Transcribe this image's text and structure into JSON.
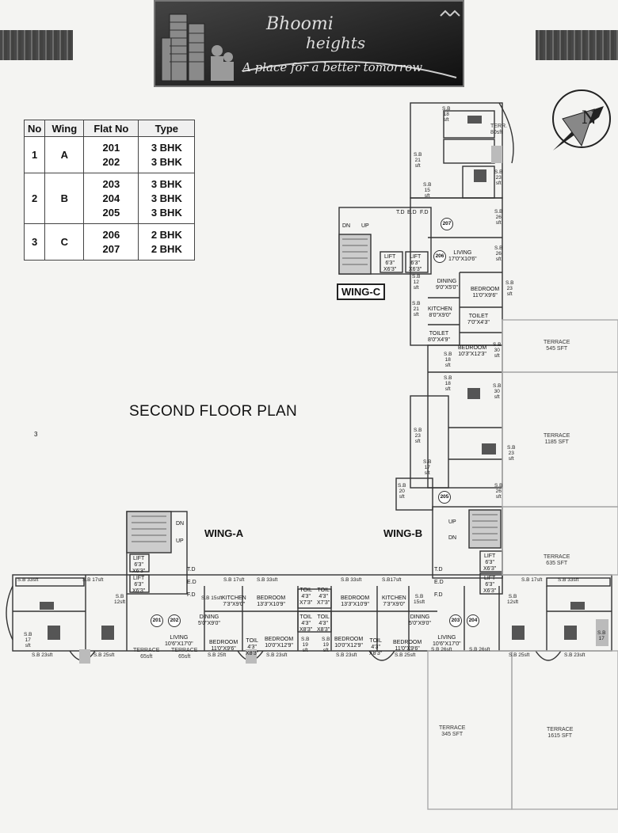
{
  "banner": {
    "title": "Bhoomi",
    "subtitle": "heights",
    "tagline": "A place for a better tomorrow"
  },
  "table": {
    "headers": [
      "No",
      "Wing",
      "Flat No",
      "Type"
    ],
    "rows": [
      {
        "no": "1",
        "wing": "A",
        "flats": "201\n202",
        "types": "3 BHK\n3 BHK"
      },
      {
        "no": "2",
        "wing": "B",
        "flats": "203\n204\n205",
        "types": "3 BHK\n3 BHK\n3 BHK"
      },
      {
        "no": "3",
        "wing": "C",
        "flats": "206\n207",
        "types": "2 BHK\n2 BHK"
      }
    ]
  },
  "plan_title": "SECOND FLOOR PLAN",
  "wings": {
    "a": "WING-A",
    "b": "WING-B",
    "c": "WING-C"
  },
  "stray_mark": "3",
  "flat_numbers": {
    "f201": "201",
    "f202": "202",
    "f203": "203",
    "f204": "204",
    "f205": "205",
    "f206": "206",
    "f207": "207"
  },
  "rooms": {
    "living_a": "LIVING\n10'6\"X17'0\"",
    "bedroom_a1": "BEDROOM\n11'0\"X9'6\"",
    "bedroom_a2": "BEDROOM\n10'0\"X12'9\"",
    "bedroom_a3": "BEDROOM\n13'3\"X10'9\"",
    "kitchen_a": "KITCHEN\n7'3\"X9'0\"",
    "dining_a": "DINING\n5'0\"X9'0\"",
    "toil_a1": "TOIL\n4'3\"\nX7'3\"",
    "toil_a2": "TOIL\n4'3\"\nX8'3\"",
    "toil_a3": "TOIL\n4'3\"\nX8'3\"",
    "living_b": "LIVING\n10'6\"X17'0\"",
    "bedroom_b1": "BEDROOM\n11'0\"X9'6\"",
    "bedroom_b2": "BEDROOM\n10'0\"X12'9\"",
    "bedroom_b3": "BEDROOM\n13'3\"X10'9\"",
    "kitchen_b": "KITCHEN\n7'3\"X9'0\"",
    "dining_b": "DINING\n5'0\"X9'0\"",
    "toil_b1": "TOIL\n4'3\"\nX7'3\"",
    "toil_b2": "TOIL\n4'3\"\nX8'3\"",
    "toil_b3": "TOIL\n4'3\"\nX8'3\"",
    "living_c": "LIVING\n17'0\"X10'6\"",
    "dining_c": "DINING\n9'0\"X5'0\"",
    "kitchen_c": "KITCHEN\n8'0\"X9'0\"",
    "toilet_c1": "TOILET\n8'0\"X4'9\"",
    "bedroom_c1": "BEDROOM\n11'0\"X9'6\"",
    "toilet_c2": "TOILET\n7'0\"X4'3\"",
    "bedroom_c2": "BEDROOM\n10'3\"X12'3\""
  },
  "lifts": {
    "c1": "LIFT\n6'3\"\nX6'3\"",
    "c2": "LIFT\n6'3\"\nX6'3\"",
    "a1": "LIFT\n6'3\"\nX6'3\"",
    "a2": "LIFT\n6'3\"\nX6'3\"",
    "b1": "LIFT\n6'3\"\nX6'3\"",
    "b2": "LIFT\n6'3\"\nX6'3\""
  },
  "stairs": {
    "dn": "DN",
    "up": "UP"
  },
  "ducts": {
    "td": "T.D",
    "ed": "E.D",
    "fd": "F.D"
  },
  "sb": {
    "a_33": "S.B 33sft",
    "a_17t": "S.B 17sft",
    "a_12": "S.B\n12sft",
    "a_17l": "S.B\n17\nsft",
    "a_23": "S.B 23sft",
    "a_25": "S.B 25sft",
    "a_15": "S.B 15sft",
    "a_17k": "S.B 17sft",
    "a_33b": "S.B 33sft",
    "a_25b": "S.B 25ft",
    "a_23b": "S.B 23sft",
    "a_19": "S.B\n19\nsft",
    "b_33": "S.B 33sft",
    "b_17": "S.B17sft",
    "b_15": "S.B\n15sft",
    "b_23": "S.B 23sft",
    "b_25": "S.B 25sft",
    "b_19": "S.B\n19\nsft",
    "b_26": "S.B 26sft",
    "b_26b": "S.B 26sft",
    "b_25b": "S.B 25sft",
    "b_23b": "S.B 23sft",
    "b_12": "S.B\n12sft",
    "b_17r": "S.B 17sft",
    "b_33r": "S.B 33sft",
    "b_17v": "S.B\n17",
    "c_18": "S.B\n18\nsft",
    "c_21": "S.B\n21\nsft",
    "c_15": "S.B\n15\nsft",
    "c_23": "S.B\n23\nsft",
    "c_26": "S.B\n26\nsft",
    "c_26b": "S.B\n26\nsft",
    "c_12": "S.B\n12\nsft",
    "c_23b": "S.B\n23\nsft",
    "c_21b": "S.B\n21\nsft",
    "c_30": "S.B\n30\nsft",
    "c_18b": "S.B\n18\nsft",
    "c_18c": "S.B\n18\nsft",
    "c_30b": "S.B\n30\nsft",
    "c_23c": "S.B\n23\nsft",
    "c_17": "S.B\n17\nsft",
    "c_23d": "S.B\n23\nsft",
    "c_20": "S.B\n20\nsft",
    "c_26c": "S.B\n26\nsft"
  },
  "terraces": {
    "t80": "TERR.\n80sft",
    "t545": "TERRACE\n545 SFT",
    "t1185": "TERRACE\n1185 SFT",
    "t635": "TERRACE\n635 SFT",
    "t345": "TERRACE\n345 SFT",
    "t1615": "TERRACE\n1615 SFT",
    "t65a": "TERRACE\n65sft",
    "t65b": "TERRACE\n65sft"
  }
}
